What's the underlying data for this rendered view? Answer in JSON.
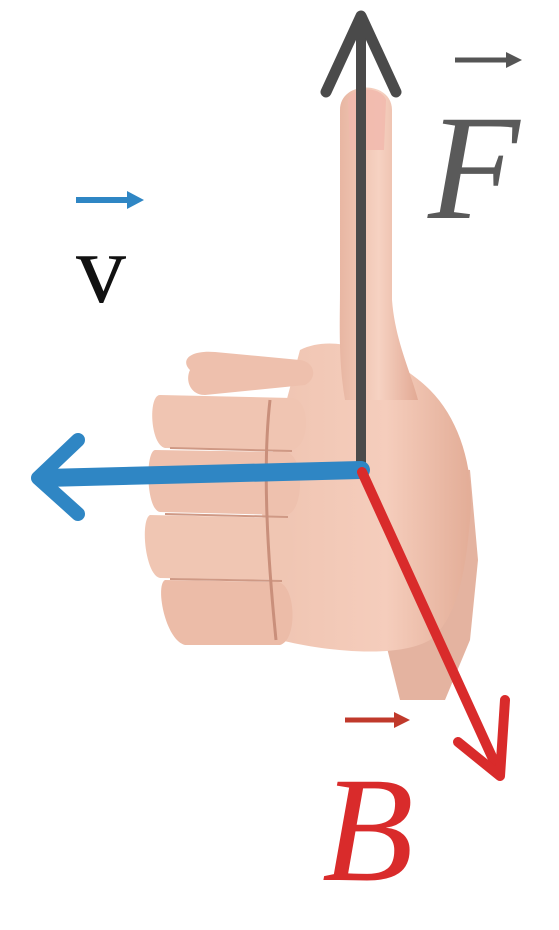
{
  "labels": {
    "force": "F",
    "velocity": "v",
    "field": "B"
  },
  "icons": {
    "hand": "thumbs-up-hand-icon",
    "force_arrow": "arrow-up-icon",
    "velocity_arrow": "arrow-left-icon",
    "field_arrow": "arrow-down-right-icon"
  },
  "colors": {
    "force": "#4a4a4a",
    "velocity": "#2f86c4",
    "field": "#d92b2b",
    "skin": "#f1c6b2",
    "skin_shadow": "#d79f8a"
  }
}
